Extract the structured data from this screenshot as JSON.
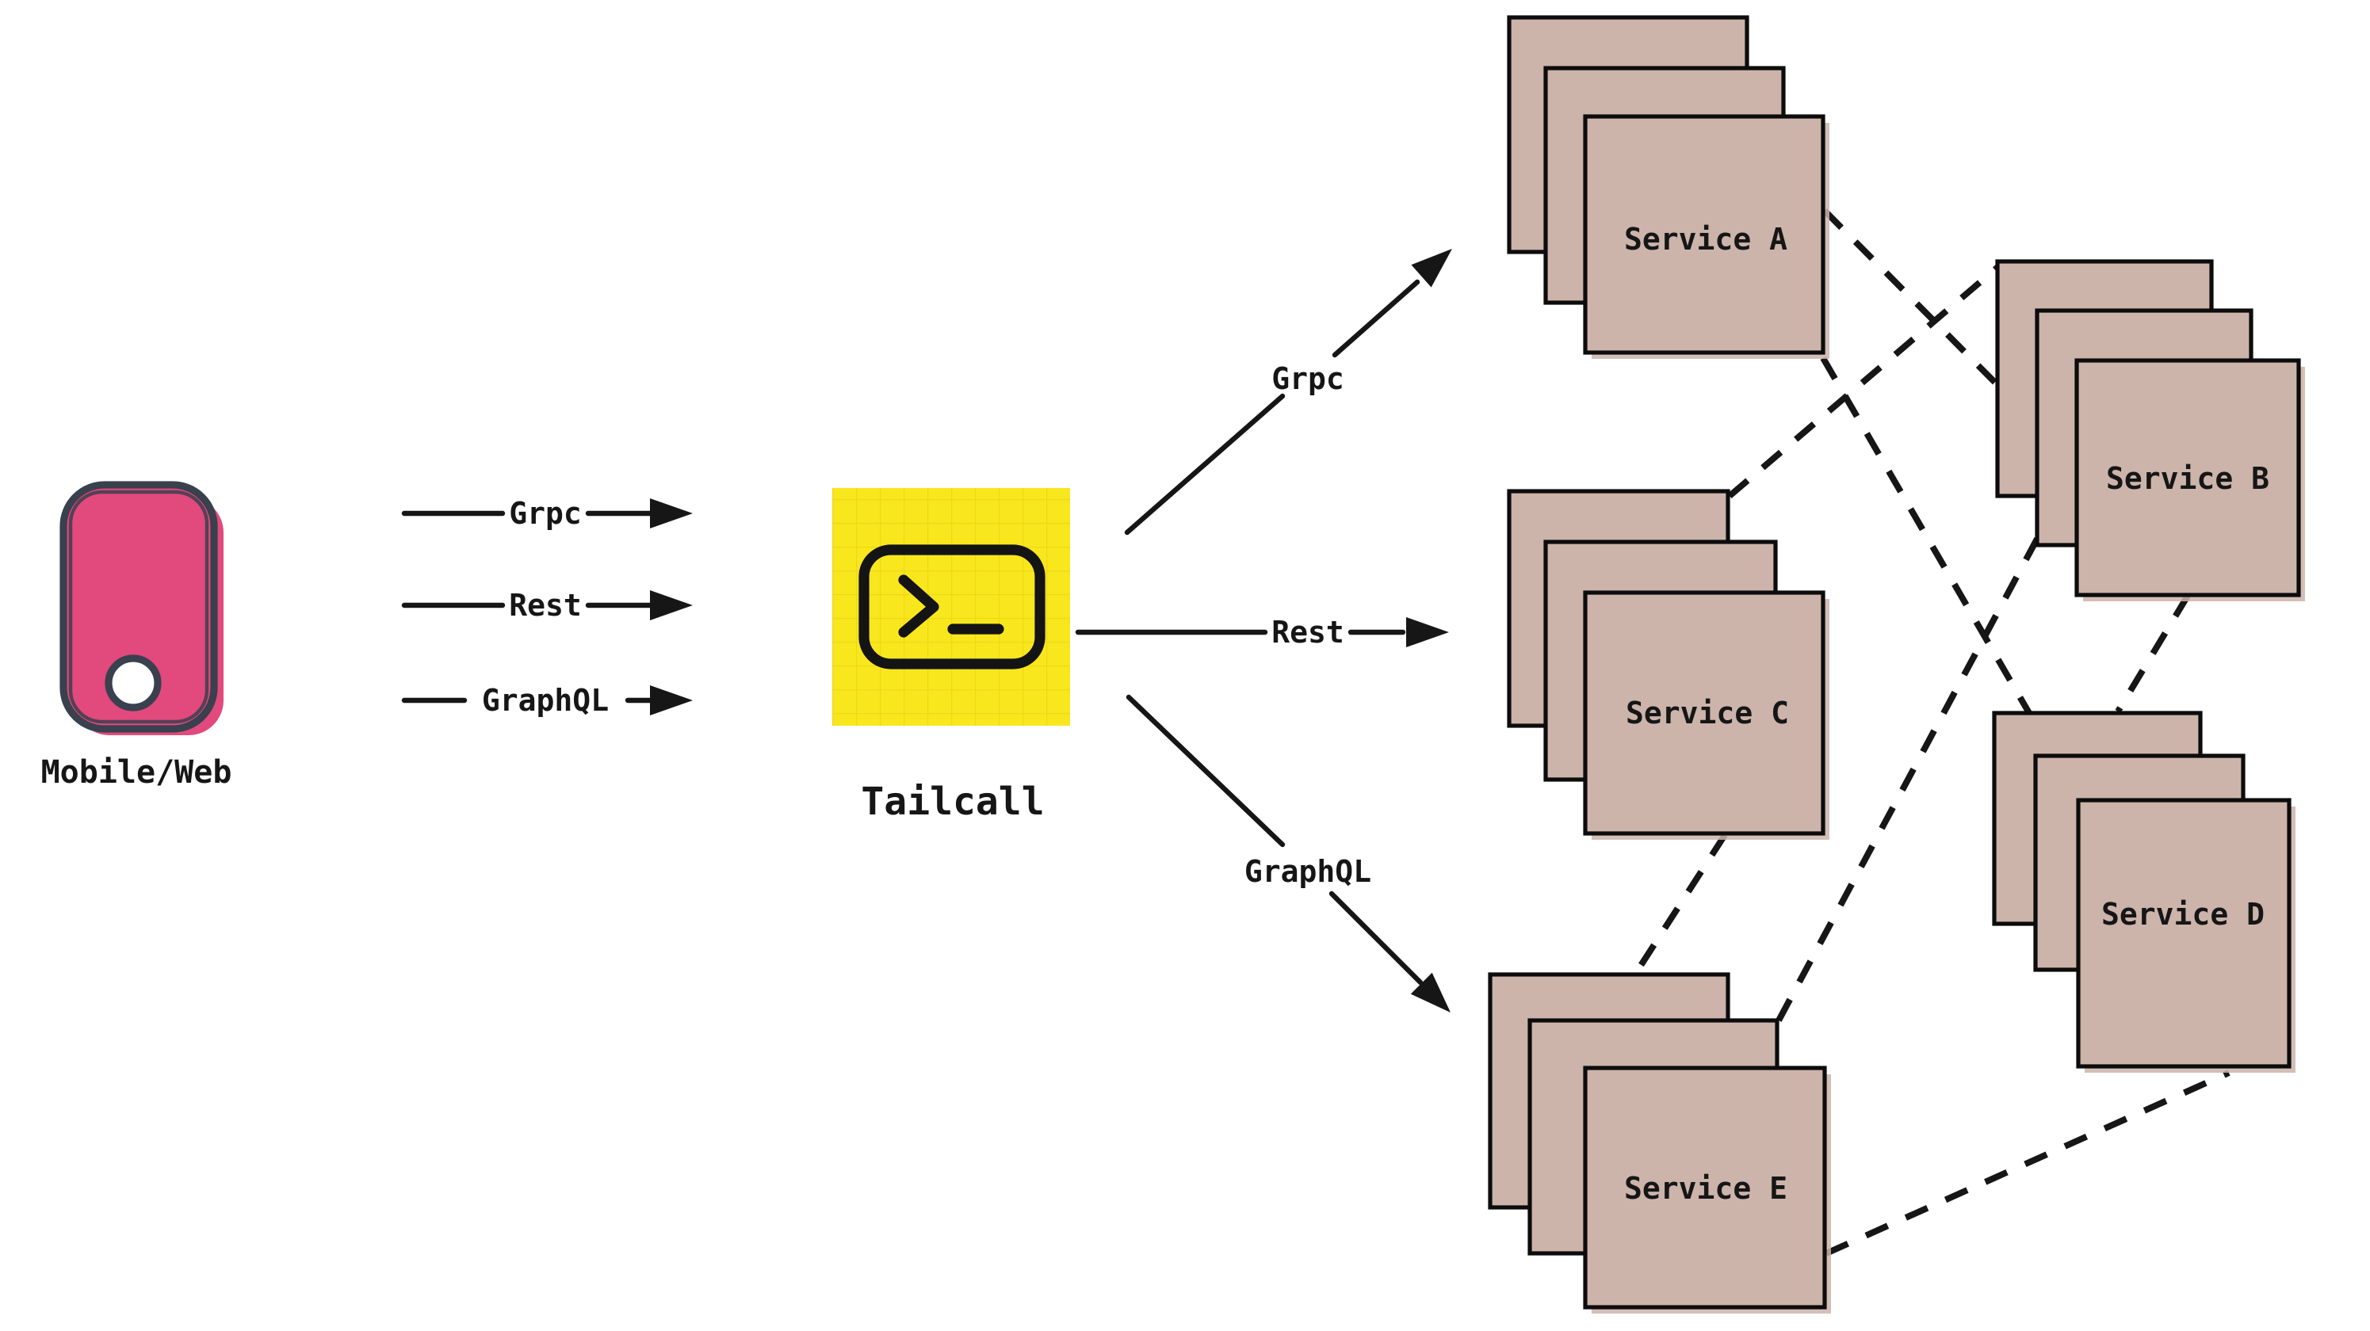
{
  "client": {
    "label": "Mobile/Web",
    "icon": "mobile-phone-icon"
  },
  "gateway": {
    "label": "Tailcall",
    "icon": "terminal-icon"
  },
  "client_arrows": [
    {
      "label": "Grpc"
    },
    {
      "label": "Rest"
    },
    {
      "label": "GraphQL"
    }
  ],
  "gateway_arrows": [
    {
      "label": "Grpc",
      "target": "Service A"
    },
    {
      "label": "Rest",
      "target": "Service C"
    },
    {
      "label": "GraphQL",
      "target": "Service E"
    }
  ],
  "services": [
    {
      "label": "Service A"
    },
    {
      "label": "Service B"
    },
    {
      "label": "Service C"
    },
    {
      "label": "Service D"
    },
    {
      "label": "Service E"
    }
  ],
  "connections": [
    {
      "from": "Service A",
      "to": "Service B"
    },
    {
      "from": "Service A",
      "to": "Service D"
    },
    {
      "from": "Service C",
      "to": "Service B"
    },
    {
      "from": "Service C",
      "to": "Service E"
    },
    {
      "from": "Service E",
      "to": "Service B"
    },
    {
      "from": "Service B",
      "to": "Service D"
    },
    {
      "from": "Service E",
      "to": "Service D"
    }
  ],
  "colors": {
    "pink": "#e2497d",
    "phone-ink": "#39404e",
    "yellow": "#f9e71d",
    "tan": "#ccb4ab",
    "ink": "#161616",
    "paper": "#ffffff"
  }
}
